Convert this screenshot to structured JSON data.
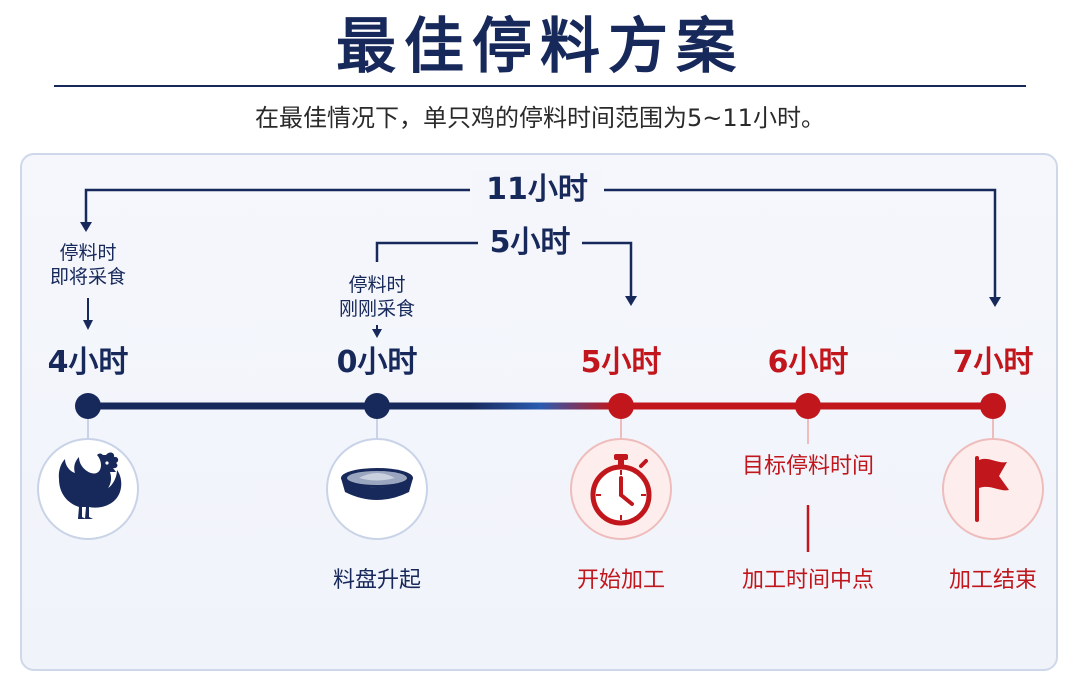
{
  "title": "最佳停料方案",
  "subtitle": "在最佳情况下，单只鸡的停料时间范围为5~11小时。",
  "spans": {
    "long": "11小时",
    "short": "5小时"
  },
  "notes": {
    "about_to_eat": [
      "停料时",
      "即将采食"
    ],
    "just_ate": [
      "停料时",
      "刚刚采食"
    ]
  },
  "nodes": [
    {
      "label": "4小时",
      "color": "#17285a",
      "icon": "chicken-icon",
      "caption": ""
    },
    {
      "label": "0小时",
      "color": "#17285a",
      "icon": "feed-pan-icon",
      "caption": "料盘升起"
    },
    {
      "label": "5小时",
      "color": "#c0161c",
      "icon": "stopwatch-icon",
      "caption": "开始加工"
    },
    {
      "label": "6小时",
      "color": "#c0161c",
      "icon": "",
      "caption": "加工时间中点",
      "target_label": "目标停料时间"
    },
    {
      "label": "7小时",
      "color": "#c0161c",
      "icon": "flag-icon",
      "caption": "加工结束"
    }
  ],
  "colors": {
    "navy": "#17285a",
    "red": "#c0161c",
    "transition_blue": "#2a5bb0"
  }
}
